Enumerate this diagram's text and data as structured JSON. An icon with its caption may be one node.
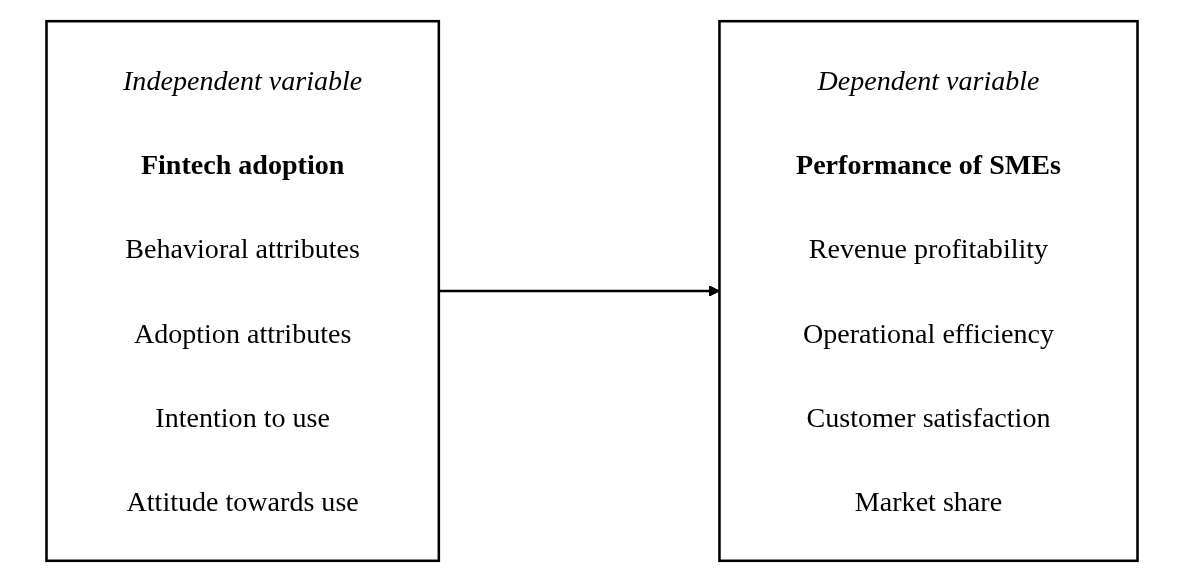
{
  "diagram": {
    "nodes": [
      {
        "text": [
          "Independent variable",
          "Fintech adoption",
          "Behavioral attributes",
          "Adoption attributes",
          "Intention to use",
          "Attitude towards use"
        ]
      },
      {
        "text": [
          "Dependent variable",
          "Performance of SMEs",
          "Revenue profitability",
          "Operational efficiency",
          "Customer satisfaction",
          "Market share"
        ]
      }
    ],
    "edges": [
      {
        "from": 0,
        "to": 1,
        "arrow": "to"
      }
    ]
  }
}
